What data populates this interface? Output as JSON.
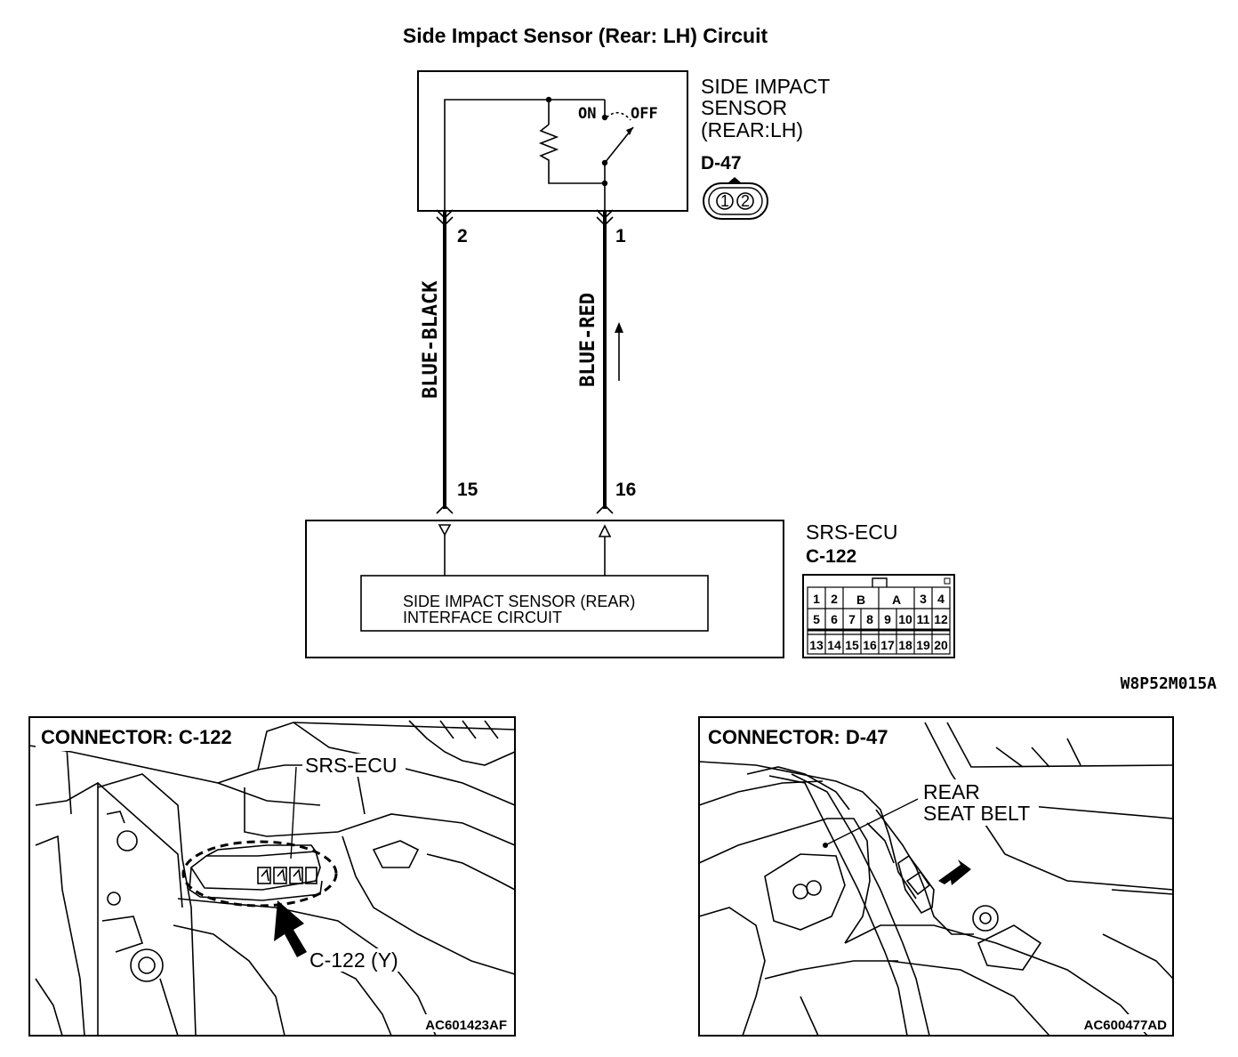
{
  "title": "Side Impact Sensor (Rear: LH) Circuit",
  "sensor": {
    "name_line1": "SIDE IMPACT",
    "name_line2": "SENSOR",
    "name_line3": "(REAR:LH)",
    "connector_id": "D-47",
    "switch_on": "ON",
    "switch_off": "OFF",
    "pin_left": "2",
    "pin_right": "1",
    "conn_pin1": "1",
    "conn_pin2": "2"
  },
  "wires": {
    "left_color": "BLUE-BLACK",
    "right_color": "BLUE-RED"
  },
  "ecu": {
    "name": "SRS-ECU",
    "connector_id": "C-122",
    "pin_left": "15",
    "pin_right": "16",
    "interface_line1": "SIDE IMPACT SENSOR (REAR)",
    "interface_line2": "INTERFACE CIRCUIT",
    "grid_row1": [
      "1",
      "2",
      "B",
      "A",
      "3",
      "4"
    ],
    "grid_row2": [
      "5",
      "6",
      "7",
      "8",
      "9",
      "10",
      "11",
      "12"
    ],
    "grid_row3": [
      "13",
      "14",
      "15",
      "16",
      "17",
      "18",
      "19",
      "20"
    ]
  },
  "figure_code": "W8P52M015A",
  "panel_left": {
    "caption": "CONNECTOR: C-122",
    "label_ecu": "SRS-ECU",
    "label_connector": "C-122 (Y)",
    "code": "AC601423AF"
  },
  "panel_right": {
    "caption": "CONNECTOR: D-47",
    "label_line1": "REAR",
    "label_line2": "SEAT BELT",
    "code": "AC600477AD"
  }
}
